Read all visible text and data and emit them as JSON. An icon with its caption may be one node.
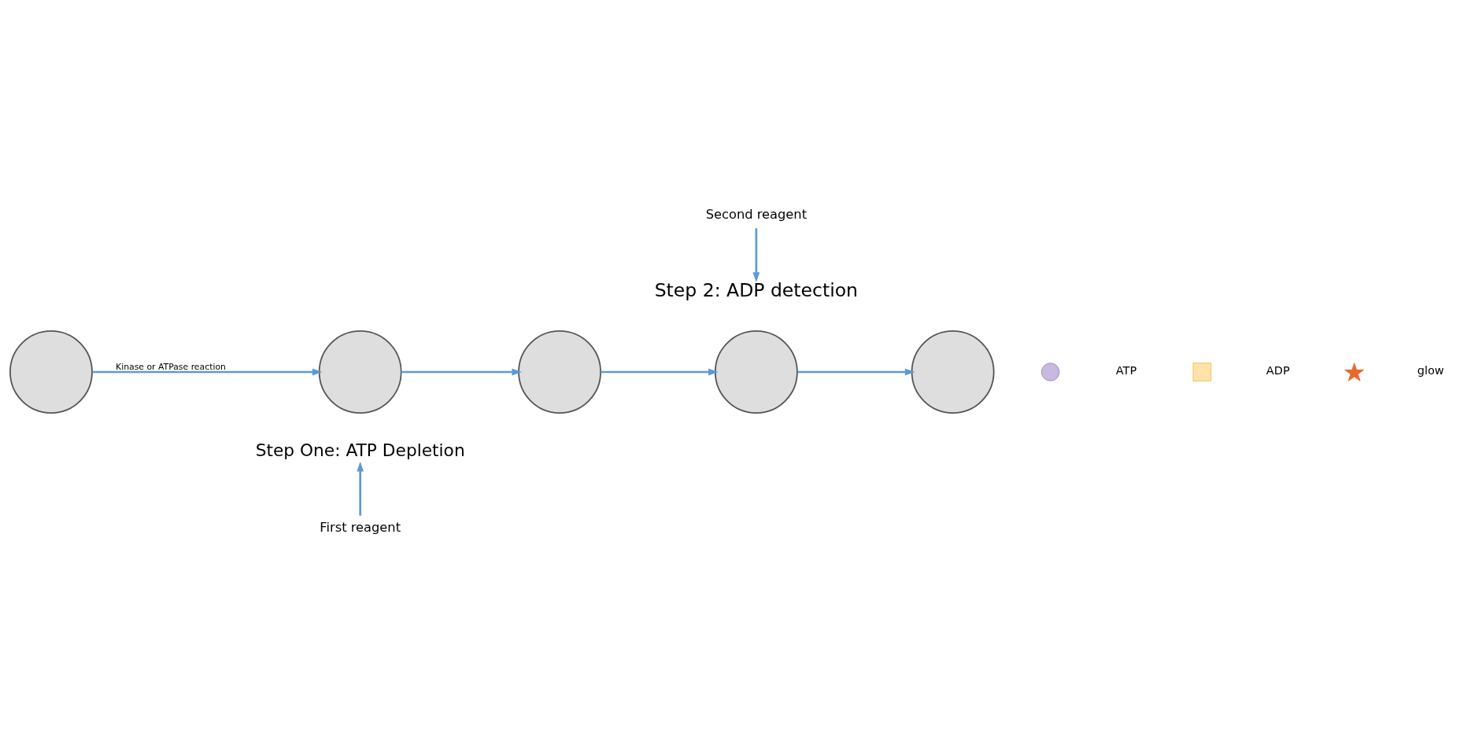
{
  "diagram": {
    "nodes": [
      {
        "text": [
          "Step One: ATP Depletion"
        ]
      },
      {
        "text": [
          "First reagent"
        ]
      },
      {
        "text": [],
        "shape": "circle"
      },
      {
        "text": [],
        "shape": "circle"
      },
      {
        "text": [],
        "shape": "circle"
      },
      {
        "text": [],
        "shape": "circle"
      },
      {
        "text": [],
        "shape": "circle"
      },
      {
        "text": [
          "Second reagent"
        ]
      },
      {
        "text": [
          "Step 2: ADP detection"
        ]
      }
    ],
    "edges": [
      {
        "from": 1,
        "to": 0,
        "arrow": "to"
      },
      {
        "from": 2,
        "to": 3,
        "arrow": "to",
        "label": "Kinase or ATPase reaction"
      },
      {
        "from": 3,
        "to": 4,
        "arrow": "to"
      },
      {
        "from": 4,
        "to": 5,
        "arrow": "to"
      },
      {
        "from": 5,
        "to": 6,
        "arrow": "to"
      },
      {
        "from": 7,
        "to": 8,
        "arrow": "to"
      }
    ],
    "legend": [
      {
        "text": "ATP"
      },
      {
        "text": "ADP"
      },
      {
        "text": "glow"
      }
    ]
  }
}
